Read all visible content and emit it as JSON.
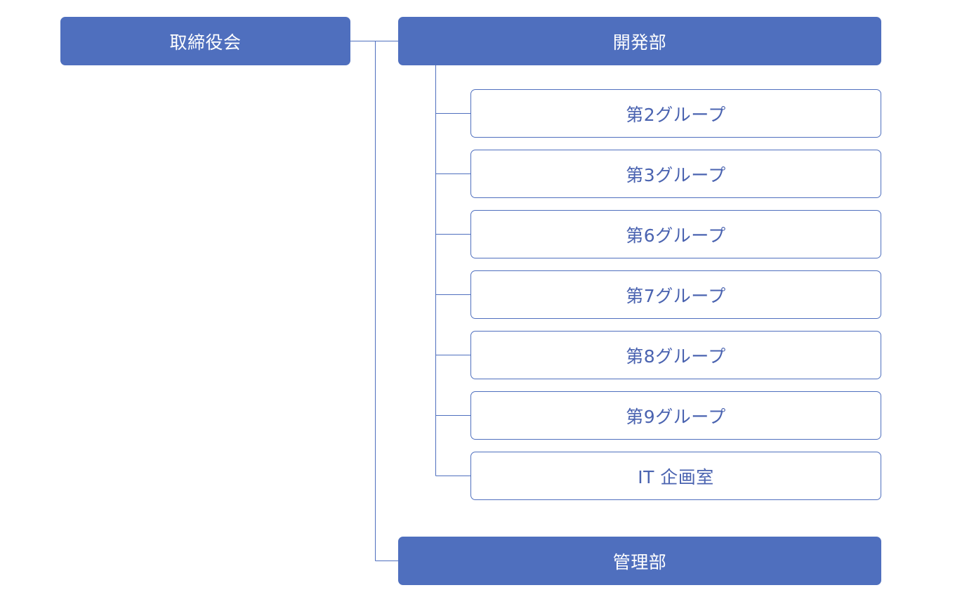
{
  "colors": {
    "accent": "#4f6fbe",
    "line": "#4f6fbe",
    "outline_text": "#4a63b0",
    "filled_text": "#ffffff",
    "background": "#ffffff"
  },
  "org_chart": {
    "root": {
      "label": "取締役会"
    },
    "departments": [
      {
        "label": "開発部",
        "groups": [
          {
            "label": "第2グループ"
          },
          {
            "label": "第3グループ"
          },
          {
            "label": "第6グループ"
          },
          {
            "label": "第7グループ"
          },
          {
            "label": "第8グループ"
          },
          {
            "label": "第9グループ"
          },
          {
            "label": "IT 企画室"
          }
        ]
      },
      {
        "label": "管理部",
        "groups": []
      }
    ]
  }
}
